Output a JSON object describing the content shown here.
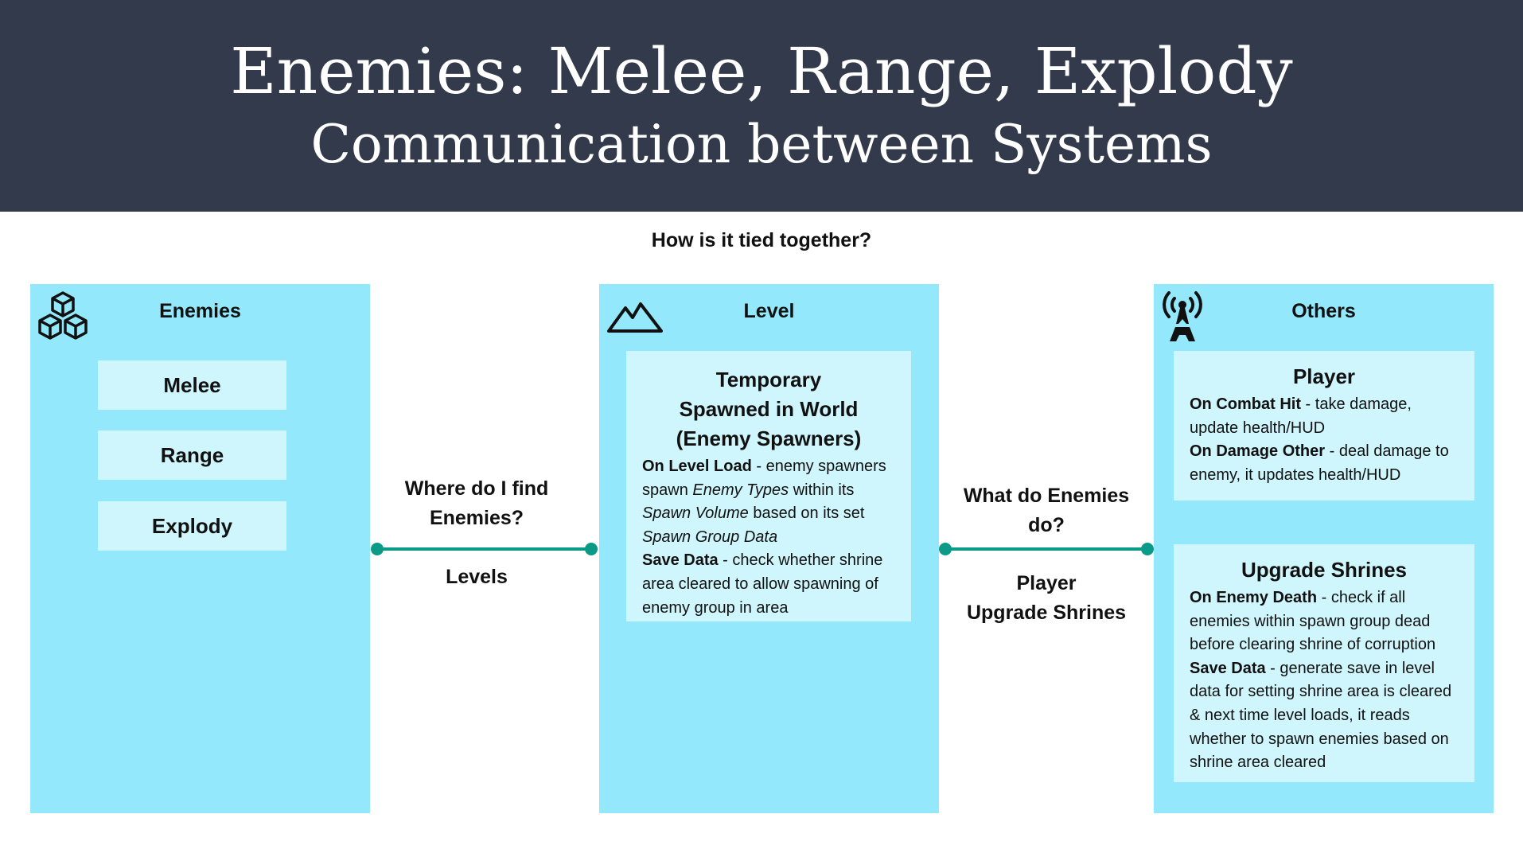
{
  "header": {
    "title": "Enemies: Melee, Range, Explody",
    "subtitle": "Communication between Systems"
  },
  "question": "How is it tied together?",
  "colors": {
    "header": "#323a4c",
    "panel": "#93e9fb",
    "inner": "#cff6fd",
    "connector": "#0b9a88"
  },
  "enemies": {
    "title": "Enemies",
    "icon": "cubes-icon",
    "items": [
      "Melee",
      "Range",
      "Explody"
    ]
  },
  "level": {
    "title": "Level",
    "icon": "mountain-icon",
    "box": {
      "title_lines": [
        "Temporary",
        "Spawned in World",
        "(Enemy Spawners)"
      ],
      "p1_bold": "On Level Load",
      "p1_a": " - enemy spawners spawn ",
      "p1_i1": "Enemy Types",
      "p1_b": " within its ",
      "p1_i2": "Spawn Volume",
      "p1_c": " based on its set ",
      "p1_i3": "Spawn Group Data",
      "p2_bold": "Save Data",
      "p2_text": " - check whether shrine area cleared to allow spawning of enemy group in area"
    }
  },
  "others": {
    "title": "Others",
    "icon": "radio-tower-icon",
    "player": {
      "title": "Player",
      "p1_bold": "On Combat Hit",
      "p1_text": " - take damage, update health/HUD",
      "p2_bold": "On Damage Other",
      "p2_text": " - deal damage to enemy, it updates health/HUD"
    },
    "shrines": {
      "title": "Upgrade Shrines",
      "p1_bold": "On Enemy Death",
      "p1_text": " - check if all enemies within spawn group dead before clearing shrine of corruption",
      "p2_bold": "Save Data",
      "p2_text": " - generate save in level data for setting shrine area is cleared & next time level loads, it reads whether to spawn enemies based on shrine area cleared"
    }
  },
  "link1": {
    "question": "Where do I find Enemies?",
    "answer": "Levels"
  },
  "link2": {
    "question": "What do Enemies do?",
    "answer1": "Player",
    "answer2": "Upgrade Shrines"
  }
}
